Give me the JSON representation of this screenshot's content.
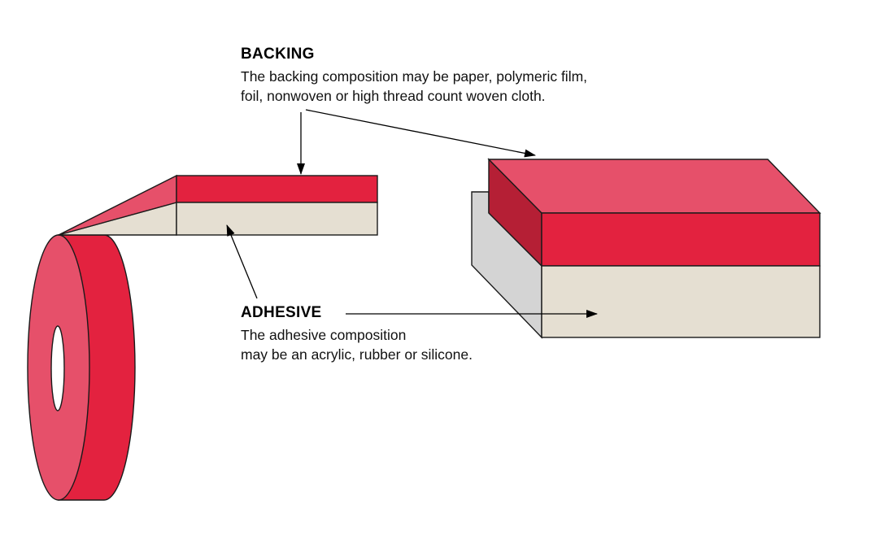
{
  "backing": {
    "heading": "BACKING",
    "lines": [
      "The backing composition may be paper, polymeric film,",
      "foil, nonwoven or high thread count woven cloth."
    ]
  },
  "adhesive": {
    "heading": "ADHESIVE",
    "lines": [
      "The adhesive composition",
      "may be an acrylic, rubber or silicone."
    ]
  },
  "colors": {
    "backing_front": "#E3223F",
    "backing_top": "#E6506A",
    "backing_side": "#B51F35",
    "adhesive_front": "#E5DFD2",
    "adhesive_side": "#D4D4D4",
    "outline": "#1A1A1A"
  }
}
